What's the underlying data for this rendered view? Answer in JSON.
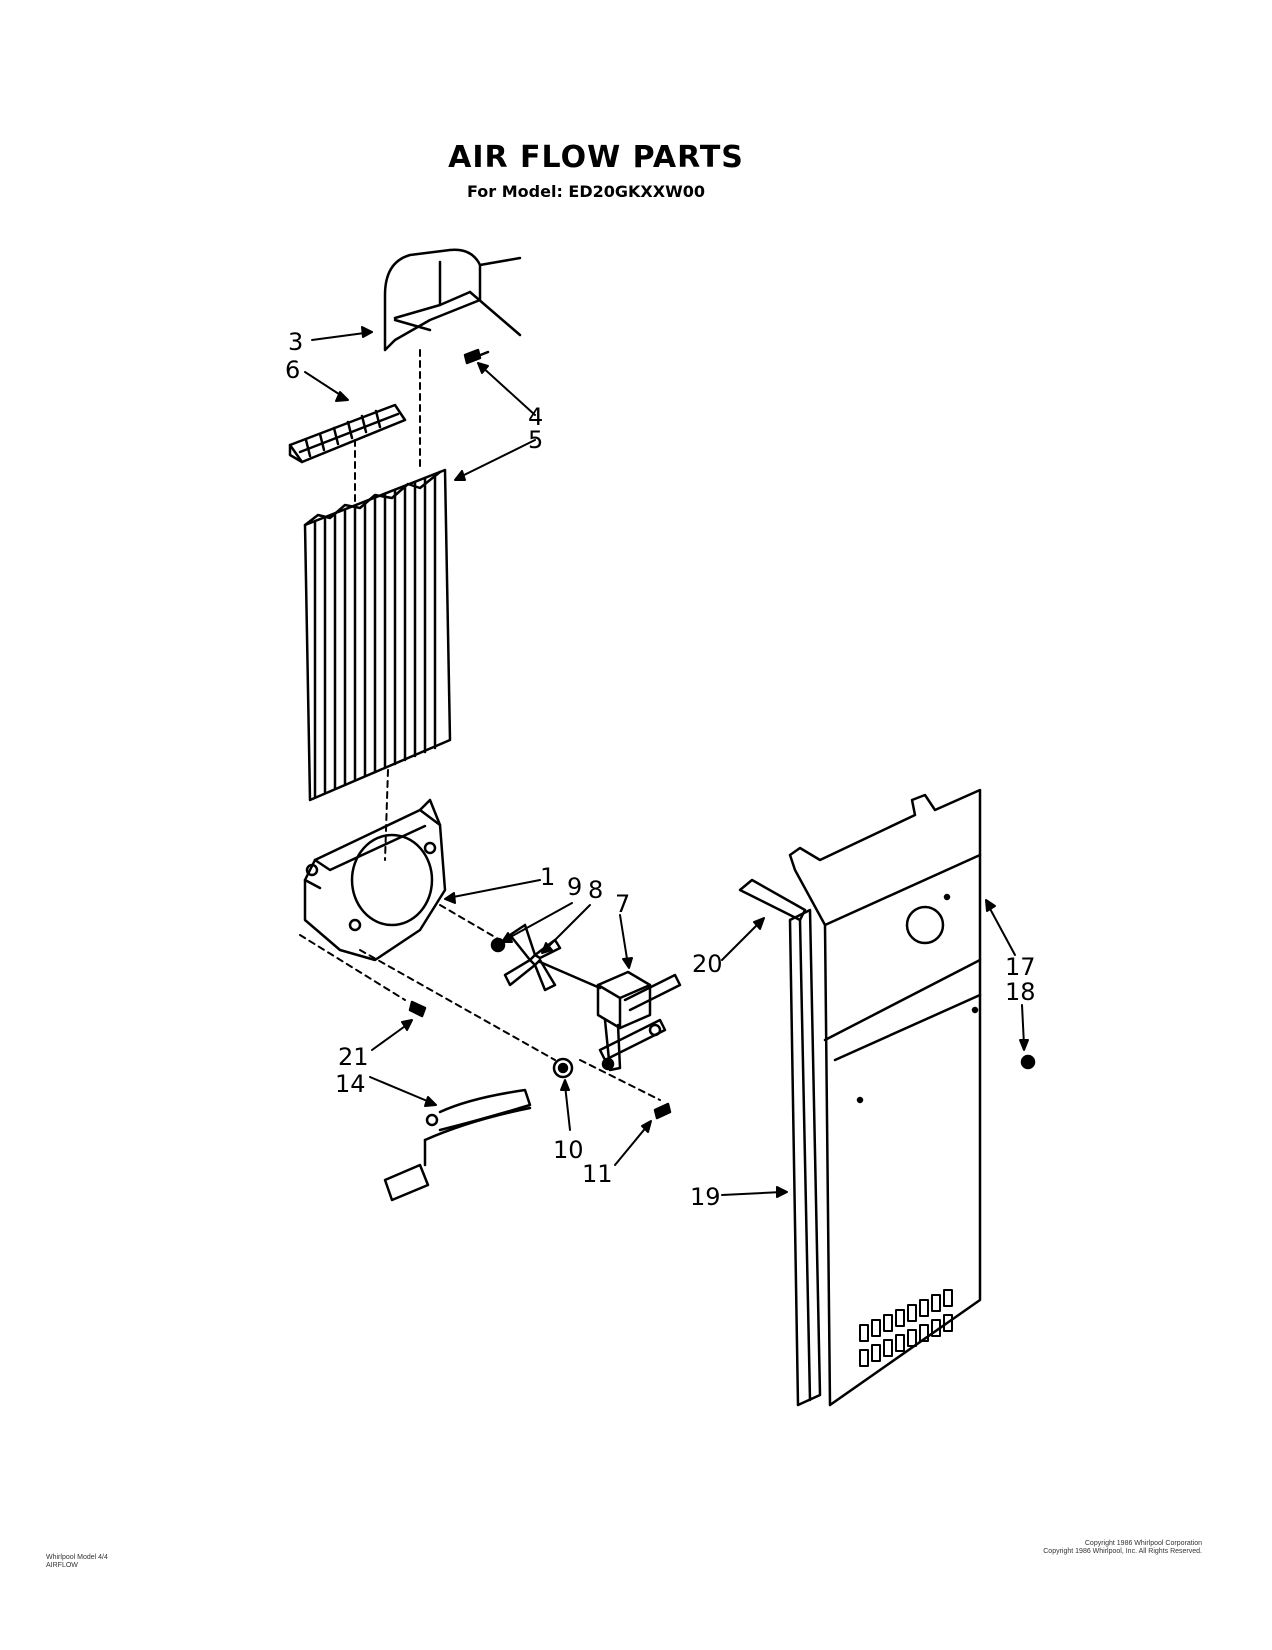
{
  "title": "AIR FLOW PARTS",
  "subtitle": "For Model: ED20GKXXW00",
  "callouts": [
    {
      "id": "c1",
      "label": "1"
    },
    {
      "id": "c3",
      "label": "3"
    },
    {
      "id": "c4",
      "label": "4"
    },
    {
      "id": "c5",
      "label": "5"
    },
    {
      "id": "c6",
      "label": "6"
    },
    {
      "id": "c7",
      "label": "7"
    },
    {
      "id": "c8",
      "label": "8"
    },
    {
      "id": "c9",
      "label": "9"
    },
    {
      "id": "c10",
      "label": "10"
    },
    {
      "id": "c11",
      "label": "11"
    },
    {
      "id": "c14",
      "label": "14"
    },
    {
      "id": "c17",
      "label": "17"
    },
    {
      "id": "c18",
      "label": "18"
    },
    {
      "id": "c19",
      "label": "19"
    },
    {
      "id": "c20",
      "label": "20"
    },
    {
      "id": "c21",
      "label": "21"
    }
  ],
  "footer": {
    "left_line1": "Whirlpool Model 4/4",
    "left_line2": "AIRFLOW",
    "right_line1": "Copyright 1986 Whirlpool Corporation",
    "right_line2": "Copyright 1986 Whirlpool, Inc. All Rights Reserved."
  }
}
